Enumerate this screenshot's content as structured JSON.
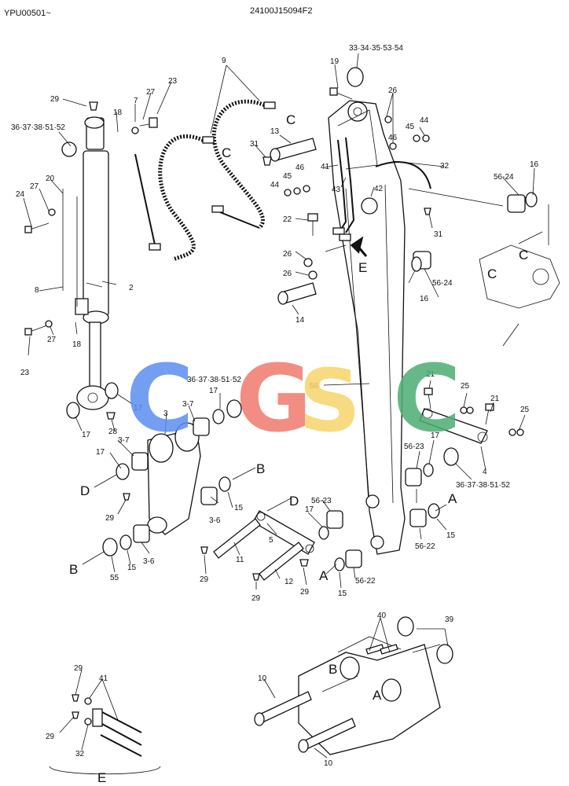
{
  "header": {
    "left_code": "YPU00501~",
    "right_code": "24100J15094F2"
  },
  "watermark": {
    "letters": [
      "C",
      "G",
      "S",
      "C"
    ],
    "colors": [
      "#5b8ef0",
      "#f07a6e",
      "#f7d46a",
      "#4cad73"
    ]
  },
  "callouts": {
    "c2": "2",
    "c3": "3",
    "c3_7a": "3-7",
    "c3_7b": "3-7",
    "c3_6a": "3-6",
    "c3_6b": "3-6",
    "c4": "4",
    "c5": "5",
    "c7": "7",
    "c8": "8",
    "c9": "9",
    "c10a": "10",
    "c10b": "10",
    "c11": "11",
    "c12": "12",
    "c13": "13",
    "c14": "14",
    "c15a": "15",
    "c15b": "15",
    "c15c": "15",
    "c15d": "15",
    "c16a": "16",
    "c16b": "16",
    "c17a": "17",
    "c17b": "17",
    "c17c": "17",
    "c17d": "17",
    "c17e": "17",
    "c17f": "17",
    "c17g": "17",
    "c18a": "18",
    "c18b": "18",
    "c19": "19",
    "c20": "20",
    "c21a": "21",
    "c21b": "21",
    "c22": "22",
    "c23a": "23",
    "c23b": "23",
    "c24": "24",
    "c25a": "25",
    "c25b": "25",
    "c26a": "26",
    "c26b": "26",
    "c26c": "26",
    "c27a": "27",
    "c27b": "27",
    "c27c": "27",
    "c28": "28",
    "c29a": "29",
    "c29b": "29",
    "c29c": "29",
    "c29d": "29",
    "c29e": "29",
    "c29f": "29",
    "c29g": "29",
    "c31a": "31",
    "c31b": "31",
    "c32a": "32",
    "c32b": "32",
    "c33set": "33·34·35·53·54",
    "c36a": "36·37·38·51·52",
    "c36b": "36·37·38·51·52",
    "c36c": "36·37·38·51·52",
    "c39": "39",
    "c40": "40",
    "c41a": "41",
    "c41b": "41",
    "c42": "42",
    "c43": "43",
    "c44a": "44",
    "c44b": "44",
    "c45a": "45",
    "c45b": "45",
    "c46a": "46",
    "c46b": "46",
    "c55": "55",
    "c56": "56",
    "c56_22a": "56-22",
    "c56_22b": "56-22",
    "c56_23a": "56-23",
    "c56_23b": "56-23",
    "c56_24a": "56-24",
    "c56_24b": "56-24"
  },
  "ref_letters": {
    "A1": "A",
    "A2": "A",
    "A3": "A",
    "B1": "B",
    "B2": "B",
    "B3": "B",
    "C1": "C",
    "C2": "C",
    "C3": "C",
    "C4": "C",
    "D1": "D",
    "D2": "D",
    "E1": "E",
    "E2": "E"
  }
}
